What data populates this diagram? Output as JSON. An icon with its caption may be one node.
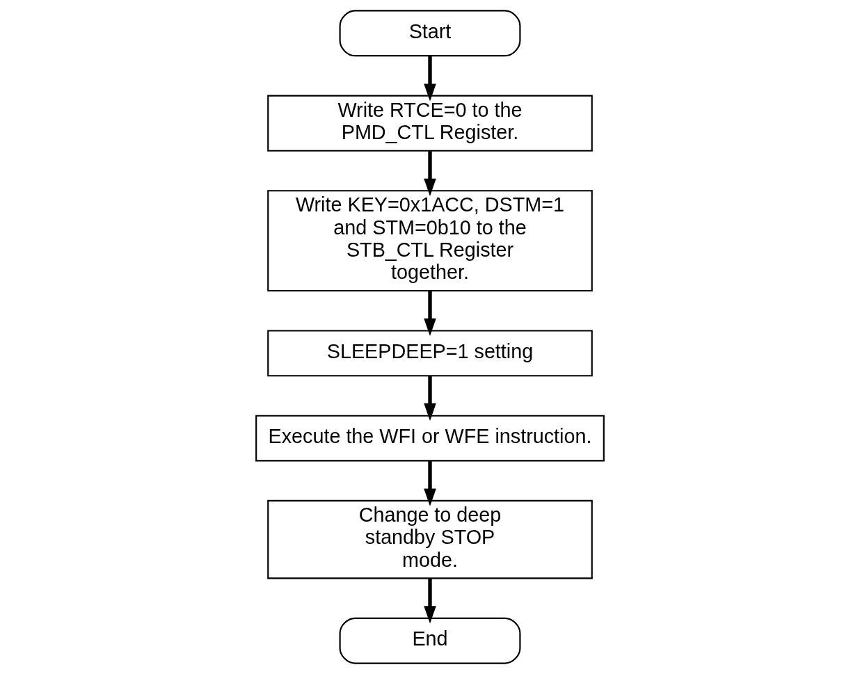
{
  "diagram": {
    "nodes": [
      {
        "text": [
          "Start"
        ]
      },
      {
        "text": [
          "Write RTCE=0 to the PMD_CTL Register."
        ]
      },
      {
        "text": [
          "Write KEY=0x1ACC, DSTM=1 and STM=0b10 to the STB_CTL Register together."
        ]
      },
      {
        "text": [
          "SLEEPDEEP=1 setting"
        ]
      },
      {
        "text": [
          "Execute the WFI or WFE instruction."
        ]
      },
      {
        "text": [
          "Change to deep standby STOP mode."
        ]
      },
      {
        "text": [
          "End"
        ]
      }
    ],
    "edges": [
      {
        "from": 0,
        "to": 1,
        "arrow": "to"
      },
      {
        "from": 1,
        "to": 2,
        "arrow": "to"
      },
      {
        "from": 2,
        "to": 3,
        "arrow": "to"
      },
      {
        "from": 3,
        "to": 4,
        "arrow": "to"
      },
      {
        "from": 4,
        "to": 5,
        "arrow": "to"
      },
      {
        "from": 5,
        "to": 6,
        "arrow": "to"
      }
    ]
  }
}
